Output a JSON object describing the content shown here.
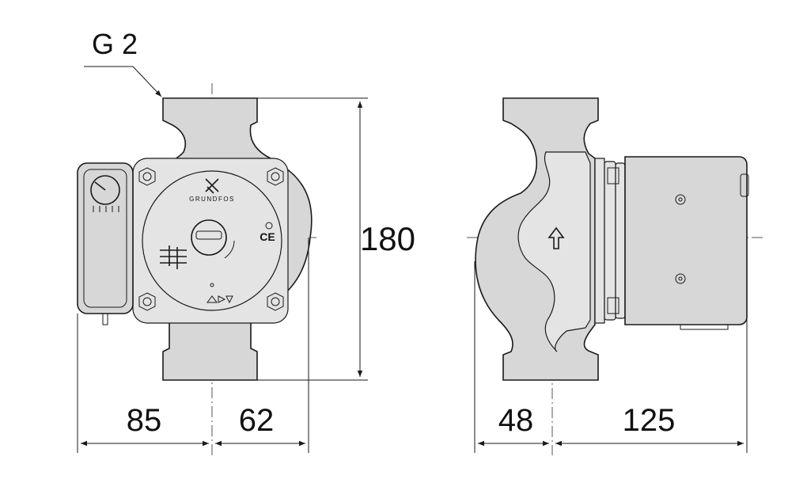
{
  "thread_label": "G 2",
  "brand_text": "GRUNDFOS",
  "ce_mark": "CE",
  "dimensions": {
    "height": "180",
    "front_left": "85",
    "front_right": "62",
    "side_left": "48",
    "side_right": "125"
  },
  "colors": {
    "line": "#1a1a1a",
    "shade": "#d7d7d7",
    "background": "#ffffff"
  }
}
